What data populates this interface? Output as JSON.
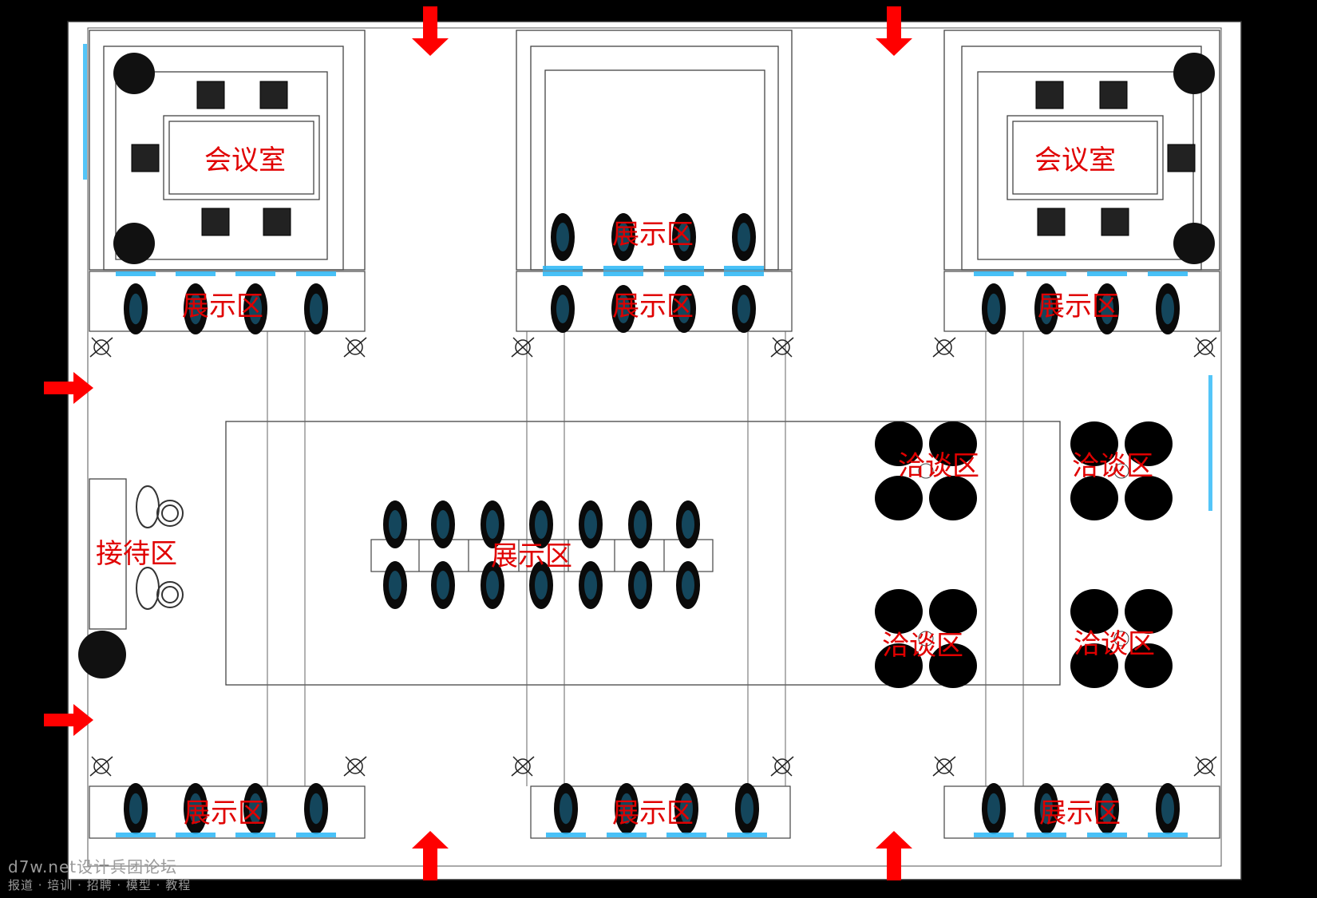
{
  "zones": {
    "meeting_left": "会议室",
    "meeting_right": "会议室",
    "display_top_left": "展示区",
    "display_top_center_upper": "展示区",
    "display_top_center_lower": "展示区",
    "display_top_right": "展示区",
    "display_center": "展示区",
    "display_bottom_left": "展示区",
    "display_bottom_center": "展示区",
    "display_bottom_right": "展示区",
    "reception": "接待区",
    "negotiation_1": "洽谈区",
    "negotiation_2": "洽谈区",
    "negotiation_3": "洽谈区",
    "negotiation_4": "洽谈区"
  },
  "watermark": {
    "line1": "d7w.net设计兵团论坛",
    "line2": "报道 · 培训 · 招聘 · 模型 · 教程"
  },
  "colors": {
    "label": "#e00000",
    "arrow": "#ff0000",
    "accent": "#29b6f6"
  }
}
